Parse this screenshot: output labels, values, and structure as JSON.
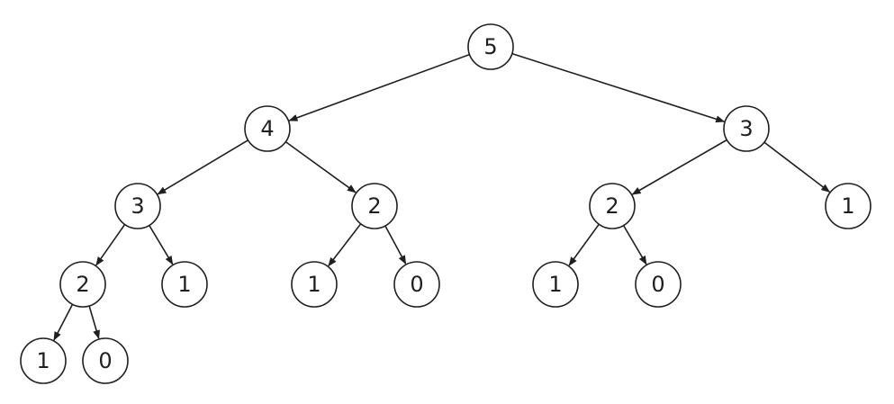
{
  "diagram": {
    "type": "tree",
    "stroke_color": "#1f1f1f",
    "fill_color": "#ffffff",
    "nodes": [
      {
        "id": "n0",
        "label": "5"
      },
      {
        "id": "n1",
        "label": "4"
      },
      {
        "id": "n2",
        "label": "3"
      },
      {
        "id": "n3",
        "label": "3"
      },
      {
        "id": "n4",
        "label": "2"
      },
      {
        "id": "n5",
        "label": "2"
      },
      {
        "id": "n6",
        "label": "1"
      },
      {
        "id": "n7",
        "label": "2"
      },
      {
        "id": "n8",
        "label": "1"
      },
      {
        "id": "n9",
        "label": "1"
      },
      {
        "id": "n10",
        "label": "0"
      },
      {
        "id": "n11",
        "label": "1"
      },
      {
        "id": "n12",
        "label": "0"
      },
      {
        "id": "n13",
        "label": "1"
      },
      {
        "id": "n14",
        "label": "0"
      }
    ],
    "edges": [
      {
        "from": "n0",
        "to": "n1"
      },
      {
        "from": "n0",
        "to": "n2"
      },
      {
        "from": "n1",
        "to": "n3"
      },
      {
        "from": "n1",
        "to": "n4"
      },
      {
        "from": "n2",
        "to": "n5"
      },
      {
        "from": "n2",
        "to": "n6"
      },
      {
        "from": "n3",
        "to": "n7"
      },
      {
        "from": "n3",
        "to": "n8"
      },
      {
        "from": "n4",
        "to": "n9"
      },
      {
        "from": "n4",
        "to": "n10"
      },
      {
        "from": "n5",
        "to": "n11"
      },
      {
        "from": "n5",
        "to": "n12"
      },
      {
        "from": "n7",
        "to": "n13"
      },
      {
        "from": "n7",
        "to": "n14"
      }
    ]
  }
}
